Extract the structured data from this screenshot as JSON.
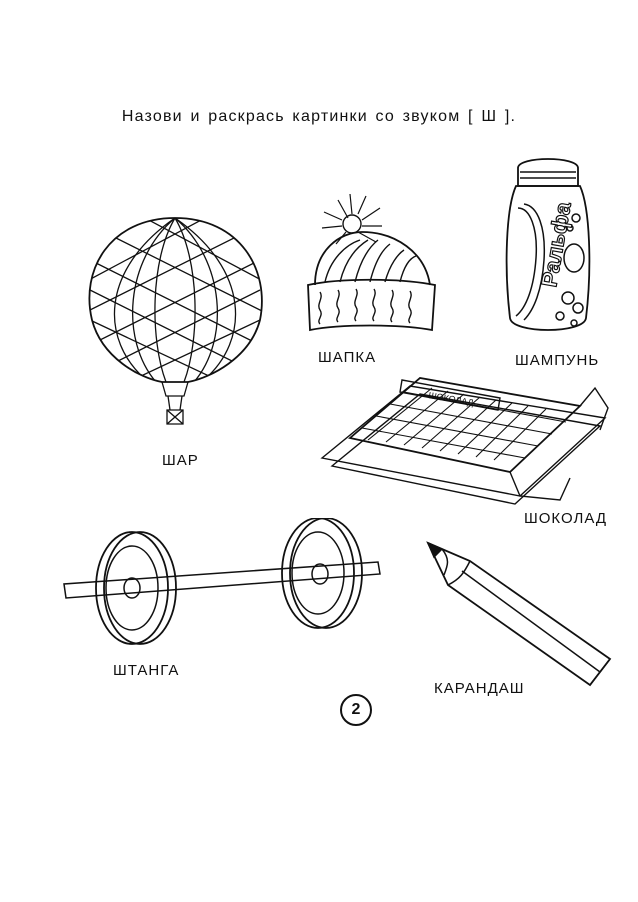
{
  "title": "Назови  и  раскрась  картинки  со  звуком   [ Ш ].",
  "items": [
    {
      "icon": "balloon-icon",
      "label": "ШАР"
    },
    {
      "icon": "hat-icon",
      "label": "ШАПКА"
    },
    {
      "icon": "shampoo-icon",
      "label": "ШАМПУНЬ",
      "bottle_text": "Ральфа"
    },
    {
      "icon": "chocolate-icon",
      "label": "ШОКОЛАД",
      "wrapper_text": "ШОКОЛАД"
    },
    {
      "icon": "barbell-icon",
      "label": "ШТАНГА"
    },
    {
      "icon": "pencil-icon",
      "label": "КАРАНДАШ"
    }
  ],
  "page_number": "2"
}
